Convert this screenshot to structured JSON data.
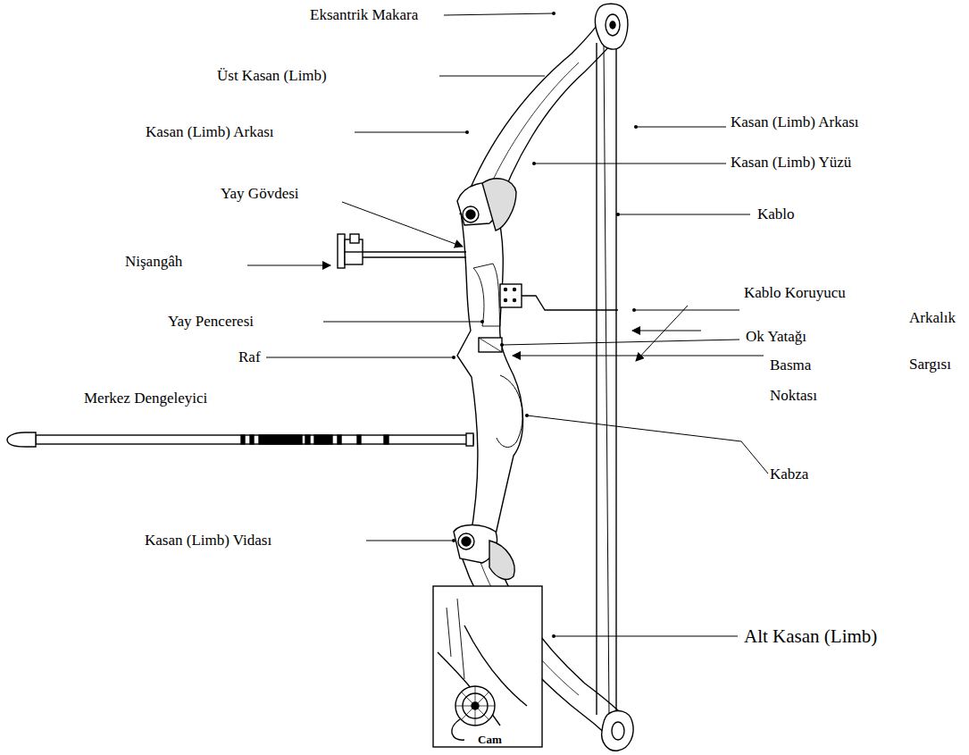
{
  "diagram": {
    "labels": [
      "Eksantrik Makara",
      "Üst Kasan (Limb)",
      "Kasan (Limb) Arkası",
      "Kasan (Limb) Arkası",
      "Kasan (Limb) Yüzü",
      "Yay Gövdesi",
      "Kablo",
      "Nişangâh",
      "Kablo Koruyucu",
      "Yay Penceresi",
      "Arkalık Sargısı",
      "Raf",
      "Ok Yatağı",
      "Basma Noktası",
      "Merkez Dengeleyici",
      "Kabza",
      "Kasan (Limb) Vidası",
      "Alt Kasan (Limb)",
      "Cam"
    ]
  }
}
